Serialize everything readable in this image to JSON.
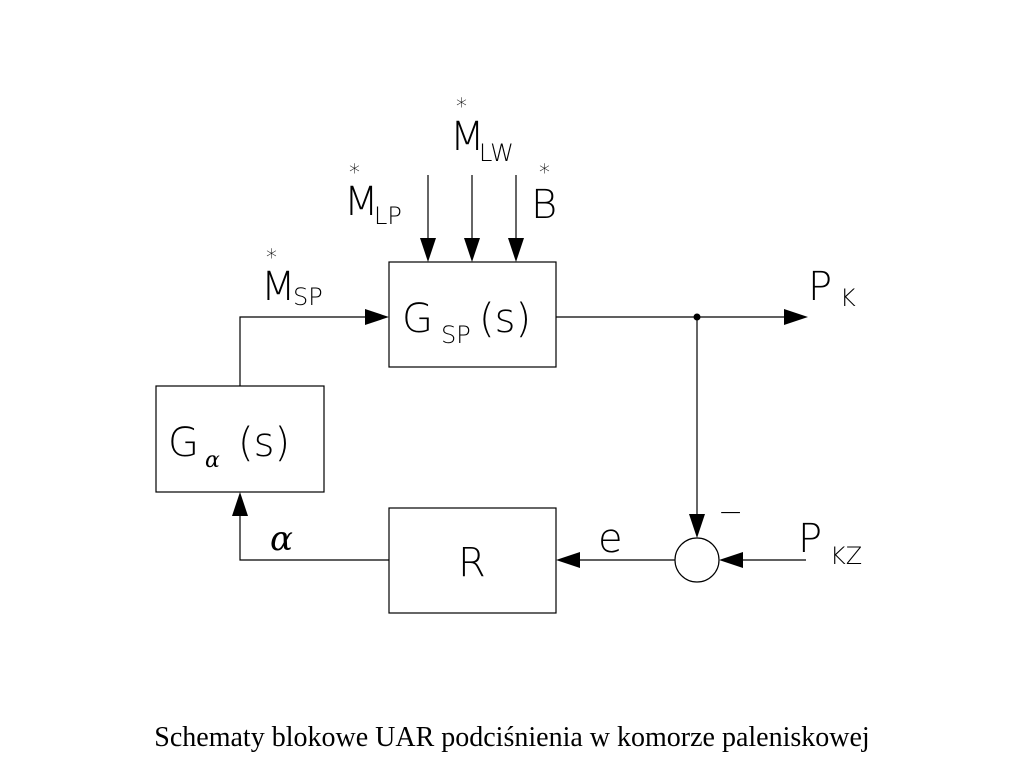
{
  "blocks": {
    "gsp": {
      "main": "G",
      "sub": "SP",
      "tail": "(s)"
    },
    "ga": {
      "main": "G",
      "sub": "α",
      "tail": "(s)"
    },
    "r": {
      "main": "R"
    }
  },
  "signals": {
    "msp": {
      "main": "M",
      "sub": "SP",
      "star": "*"
    },
    "mlp": {
      "main": "M",
      "sub": "LP",
      "star": "*"
    },
    "mlw": {
      "main": "M",
      "sub": "LW",
      "star": "*"
    },
    "b": {
      "main": "B",
      "star": "*"
    },
    "pk": {
      "main": "P",
      "sub": "K"
    },
    "pkz": {
      "main": "P",
      "sub": "KZ"
    },
    "e": "e",
    "alpha": "α",
    "minus": "−"
  },
  "caption": "Schematy blokowe UAR podciśnienia w komorze paleniskowej"
}
